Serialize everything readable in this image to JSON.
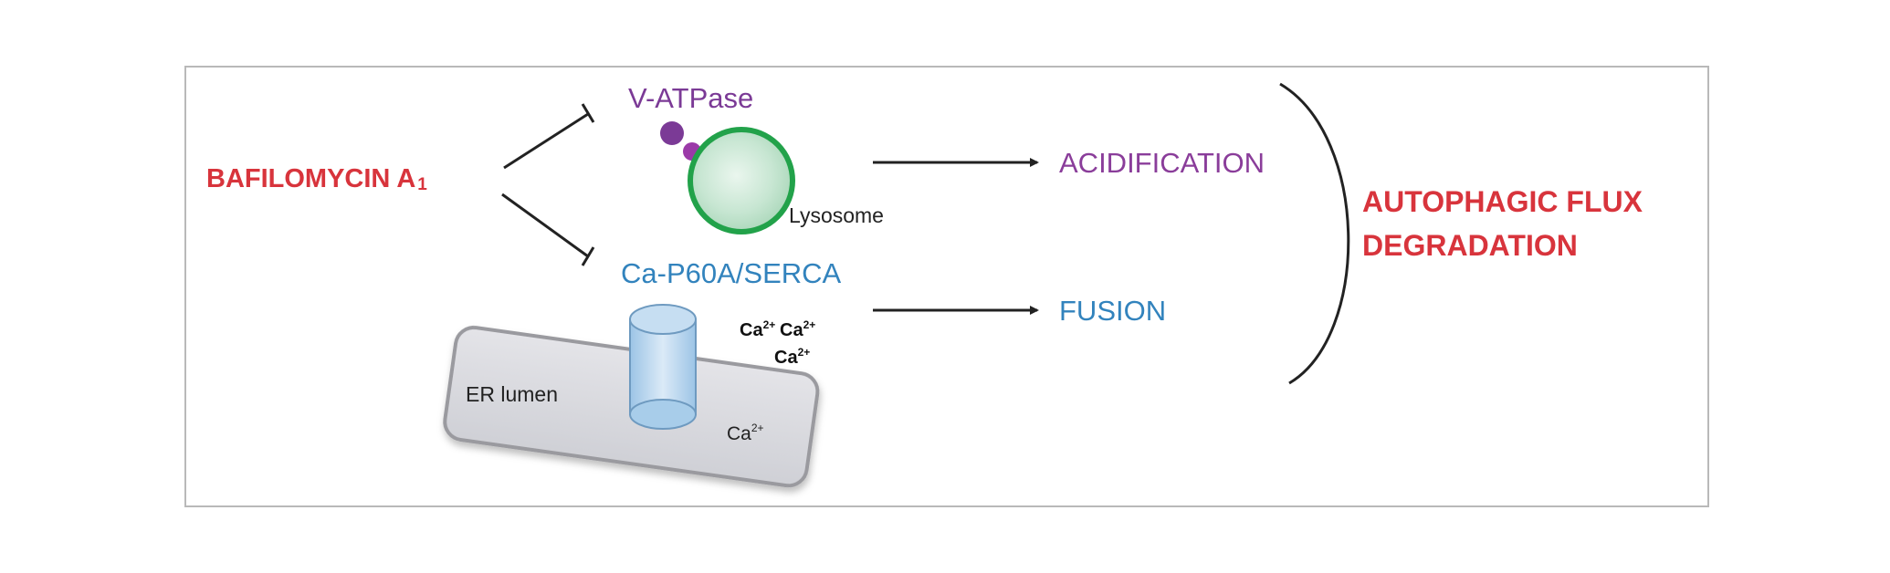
{
  "drug": {
    "name": "BAFILOMYCIN A",
    "subscript": "1"
  },
  "vatpase": "V-ATPase",
  "lysosome": "Lysosome",
  "serca": "Ca-P60A/SERCA",
  "er_lumen": "ER lumen",
  "calcium": {
    "base": "Ca",
    "charge": "2+"
  },
  "effects": {
    "acidification": "ACIDIFICATION",
    "fusion": "FUSION"
  },
  "outcome": {
    "line1": "AUTOPHAGIC FLUX",
    "line2": "DEGRADATION"
  },
  "colors": {
    "drug": "#d8343c",
    "vatpase": "#7b3a96",
    "acidification": "#8a3d9a",
    "serca": "#3283bd",
    "fusion": "#3283bd",
    "outcome": "#d8343c",
    "lysosome_ring": "#22a24a"
  }
}
